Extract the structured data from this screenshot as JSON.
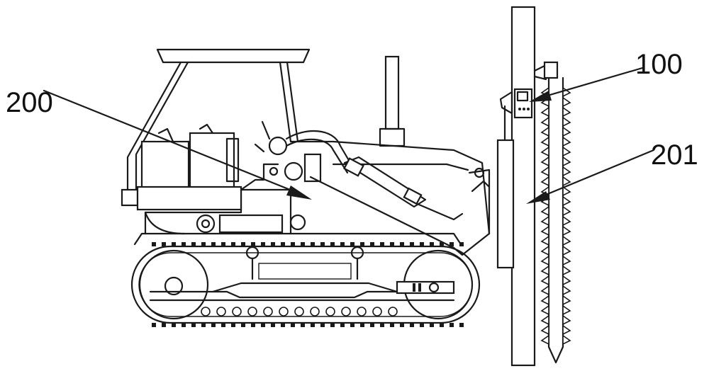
{
  "labels": {
    "l100": "100",
    "l200": "200",
    "l201": "201"
  },
  "colors": {
    "line": "#1a1a1a",
    "background": "#ffffff"
  }
}
